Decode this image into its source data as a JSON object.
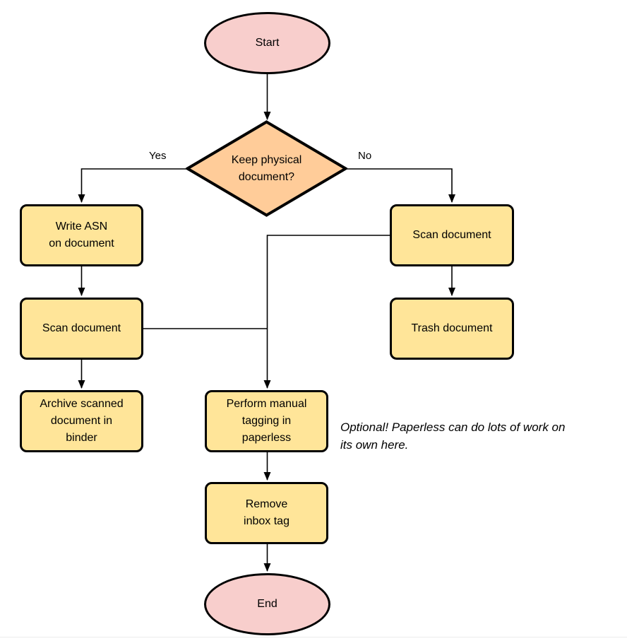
{
  "colors": {
    "terminator_fill": "#F8CECC",
    "decision_fill": "#FFCC99",
    "process_fill": "#FFE599",
    "stroke": "#000000",
    "background": "#FFFFFF"
  },
  "nodes": {
    "start": {
      "type": "terminator",
      "label": "Start"
    },
    "decision": {
      "type": "decision",
      "label": "Keep physical\ndocument?"
    },
    "write_asn": {
      "type": "process",
      "label": "Write ASN\non document"
    },
    "scan_left": {
      "type": "process",
      "label": "Scan document"
    },
    "archive": {
      "type": "process",
      "label": "Archive scanned\ndocument in\nbinder"
    },
    "scan_right": {
      "type": "process",
      "label": "Scan document"
    },
    "trash": {
      "type": "process",
      "label": "Trash document"
    },
    "tagging": {
      "type": "process",
      "label": "Perform manual\ntagging in\npaperless"
    },
    "remove_inbox": {
      "type": "process",
      "label": "Remove\ninbox tag"
    },
    "end": {
      "type": "terminator",
      "label": "End"
    }
  },
  "edge_labels": {
    "yes": "Yes",
    "no": "No"
  },
  "note": "Optional! Paperless can do lots of work on\nits own here.",
  "edges": [
    {
      "from": "start",
      "to": "decision"
    },
    {
      "from": "decision",
      "to": "write_asn",
      "label": "Yes"
    },
    {
      "from": "decision",
      "to": "scan_right",
      "label": "No"
    },
    {
      "from": "write_asn",
      "to": "scan_left"
    },
    {
      "from": "scan_left",
      "to": "archive"
    },
    {
      "from": "scan_right",
      "to": "trash"
    },
    {
      "from": "scan_right",
      "to": "tagging"
    },
    {
      "from": "scan_left",
      "to": "tagging"
    },
    {
      "from": "tagging",
      "to": "remove_inbox"
    },
    {
      "from": "remove_inbox",
      "to": "end"
    }
  ]
}
